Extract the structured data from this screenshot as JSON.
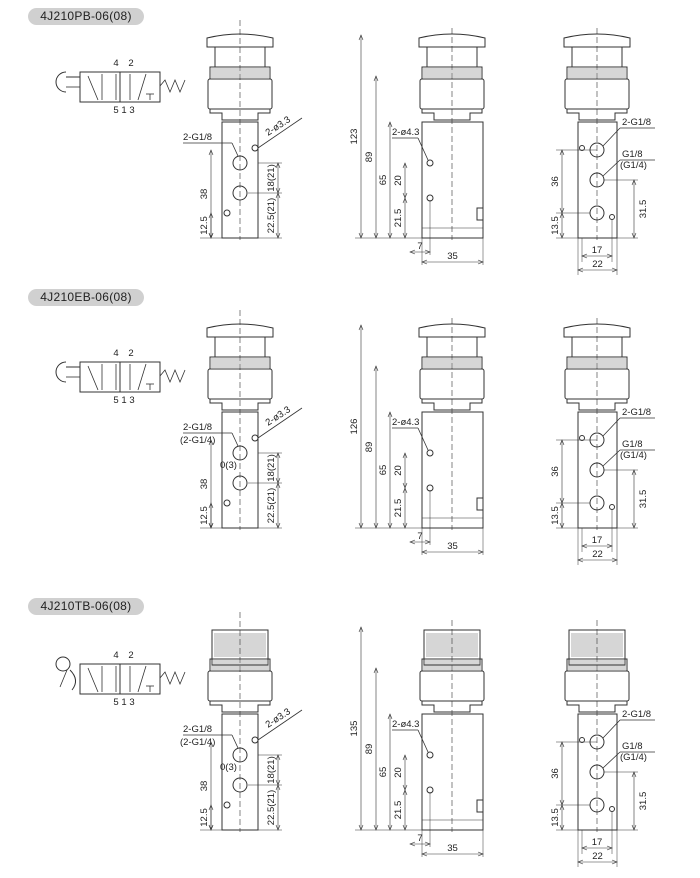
{
  "sections": [
    {
      "title": "4J210PB-06(08)",
      "actuator": "push-button",
      "symbol": {
        "top": [
          "4",
          "2"
        ],
        "bottom": [
          "5",
          "1",
          "3"
        ]
      },
      "front": {
        "port": "2-G1/8",
        "port_alt": "",
        "hole": "2-ø3.3",
        "gap": "",
        "d_height": "38",
        "d_bottom": "12.5",
        "d_pitch": "18(21)",
        "d_base": "22.5(21)"
      },
      "side": {
        "overall": "123",
        "d89": "89",
        "d65": "65",
        "hole": "2-ø4.3",
        "d20": "20",
        "d21_5": "21.5",
        "d7": "7",
        "width": "35"
      },
      "end": {
        "port_top": "2-G1/8",
        "port_mid": "G1/8",
        "port_mid_alt": "(G1/4)",
        "d36": "36",
        "d13_5": "13.5",
        "d31_5": "31.5",
        "d17": "17",
        "d22": "22"
      }
    },
    {
      "title": "4J210EB-06(08)",
      "actuator": "mushroom",
      "symbol": {
        "top": [
          "4",
          "2"
        ],
        "bottom": [
          "5",
          "1",
          "3"
        ]
      },
      "front": {
        "port": "2-G1/8",
        "port_alt": "(2-G1/4)",
        "hole": "2-ø3.3",
        "gap": "0(3)",
        "d_height": "38",
        "d_bottom": "12.5",
        "d_pitch": "18(21)",
        "d_base": "22.5(21)"
      },
      "side": {
        "overall": "126",
        "d89": "89",
        "d65": "65",
        "hole": "2-ø4.3",
        "d20": "20",
        "d21_5": "21.5",
        "d7": "7",
        "width": "35"
      },
      "end": {
        "port_top": "2-G1/8",
        "port_mid": "G1/8",
        "port_mid_alt": "(G1/4)",
        "d36": "36",
        "d13_5": "13.5",
        "d31_5": "31.5",
        "d17": "17",
        "d22": "22"
      }
    },
    {
      "title": "4J210TB-06(08)",
      "actuator": "twist",
      "symbol": {
        "top": [
          "4",
          "2"
        ],
        "bottom": [
          "5",
          "1",
          "3"
        ]
      },
      "front": {
        "port": "2-G1/8",
        "port_alt": "(2-G1/4)",
        "hole": "2-ø3.3",
        "gap": "0(3)",
        "d_height": "38",
        "d_bottom": "12.5",
        "d_pitch": "18(21)",
        "d_base": "22.5(21)"
      },
      "side": {
        "overall": "135",
        "d89": "89",
        "d65": "65",
        "hole": "2-ø4.3",
        "d20": "20",
        "d21_5": "21.5",
        "d7": "7",
        "width": "35"
      },
      "end": {
        "port_top": "2-G1/8",
        "port_mid": "G1/8",
        "port_mid_alt": "(G1/4)",
        "d36": "36",
        "d13_5": "13.5",
        "d31_5": "31.5",
        "d17": "17",
        "d22": "22"
      }
    }
  ],
  "colors": {
    "line": "#333333",
    "pill": "#d0d0d0"
  }
}
